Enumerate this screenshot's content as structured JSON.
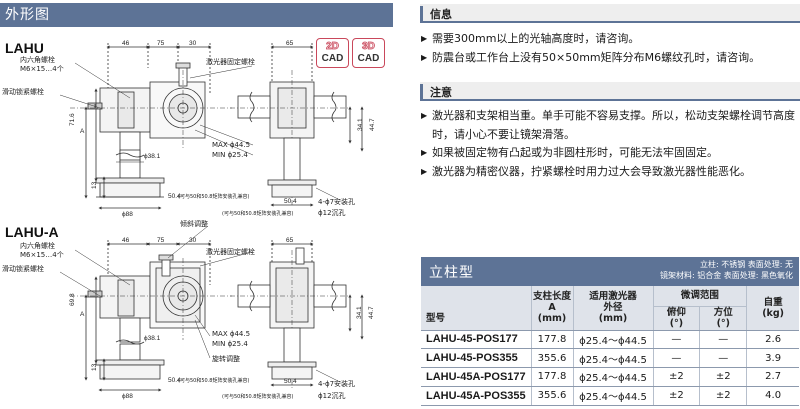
{
  "left": {
    "header": "外形图",
    "lahu": {
      "model": "LAHU",
      "callout_hex_bolt": "内六角螺栓",
      "callout_hex_bolt_spec": "M6×15…4个",
      "callout_slide_lock": "滑动锁紧螺栓",
      "callout_laser_fix": "激光器固定螺栓",
      "callout_max": "MAX ϕ44.5",
      "callout_min": "MIN ϕ25.4",
      "callout_holes": "4-ϕ7安装孔",
      "callout_counterbore": "ϕ12沉孔",
      "callout_note": "(可与50和50.8矩阵安装孔兼容)",
      "dims": {
        "d46": "46",
        "d75": "75",
        "d30": "30",
        "d65": "65",
        "d716": "71.6",
        "dA": "A",
        "d13": "13",
        "d381": "ϕ38.1",
        "d88": "ϕ88",
        "d504": "50.4",
        "d341": "34.1",
        "d447": "44.7",
        "d504b": "50.4"
      }
    },
    "lahua": {
      "model": "LAHU-A",
      "callout_hex_bolt": "内六角螺栓",
      "callout_hex_bolt_spec": "M6×15…4个",
      "callout_slide_lock": "滑动锁紧螺栓",
      "callout_tilt": "倾斜调整",
      "callout_laser_fix": "激光器固定螺栓",
      "callout_max": "MAX ϕ44.5",
      "callout_min": "MIN ϕ25.4",
      "callout_rotate": "旋转调整",
      "callout_holes": "4-ϕ7安装孔",
      "callout_counterbore": "ϕ12沉孔",
      "callout_note": "(可与50和50.8矩阵安装孔兼容)",
      "dims": {
        "d46": "46",
        "d75": "75",
        "d30": "30",
        "d65": "65",
        "d698": "69.8",
        "dA": "A",
        "d13": "13",
        "d381": "ϕ38.1",
        "d88": "ϕ88",
        "d504": "50.4",
        "d341": "34.1",
        "d447": "44.7",
        "d504b": "50.4"
      }
    },
    "cad_badges": [
      {
        "top": "2D",
        "bottom": "CAD"
      },
      {
        "top": "3D",
        "bottom": "CAD"
      }
    ]
  },
  "info": {
    "title": "信息",
    "items": [
      "需要300mm以上的光轴高度时，请咨询。",
      "防震台或工作台上没有50×50mm矩阵分布M6螺纹孔时，请咨询。"
    ]
  },
  "notice": {
    "title": "注意",
    "items": [
      "激光器和支架相当重。单手可能不容易支撑。所以，松动支架螺栓调节高度时，请小心不要让镜架滑落。",
      "如果被固定物有凸起或为非圆柱形时，可能无法牢固固定。",
      "激光器为精密仪器，拧紧螺栓时用力过大会导致激光器性能恶化。"
    ]
  },
  "spec": {
    "title": "立柱型",
    "material_line1": "立柱: 不锈钢   表面处理: 无",
    "material_line2": "镜架材料: 铝合金   表面处理: 黑色氧化",
    "headers": {
      "model": "型号",
      "length": "支柱长度",
      "length_sym": "A",
      "length_unit": "(mm)",
      "dia": "适用激光器",
      "dia2": "外径",
      "dia_unit": "(mm)",
      "adjust": "微调范围",
      "pitch": "俯仰",
      "pitch_unit": "(°)",
      "yaw": "方位",
      "yaw_unit": "(°)",
      "weight": "自重",
      "weight_unit": "(kg)"
    },
    "rows": [
      {
        "model": "LAHU-45-POS177",
        "length": "177.8",
        "dia": "ϕ25.4～ϕ44.5",
        "pitch": "—",
        "yaw": "—",
        "weight": "2.6"
      },
      {
        "model": "LAHU-45-POS355",
        "length": "355.6",
        "dia": "ϕ25.4～ϕ44.5",
        "pitch": "—",
        "yaw": "—",
        "weight": "3.9"
      },
      {
        "model": "LAHU-45A-POS177",
        "length": "177.8",
        "dia": "ϕ25.4～ϕ44.5",
        "pitch": "±2",
        "yaw": "±2",
        "weight": "2.7"
      },
      {
        "model": "LAHU-45A-POS355",
        "length": "355.6",
        "dia": "ϕ25.4～ϕ44.5",
        "pitch": "±2",
        "yaw": "±2",
        "weight": "4.0"
      }
    ]
  }
}
